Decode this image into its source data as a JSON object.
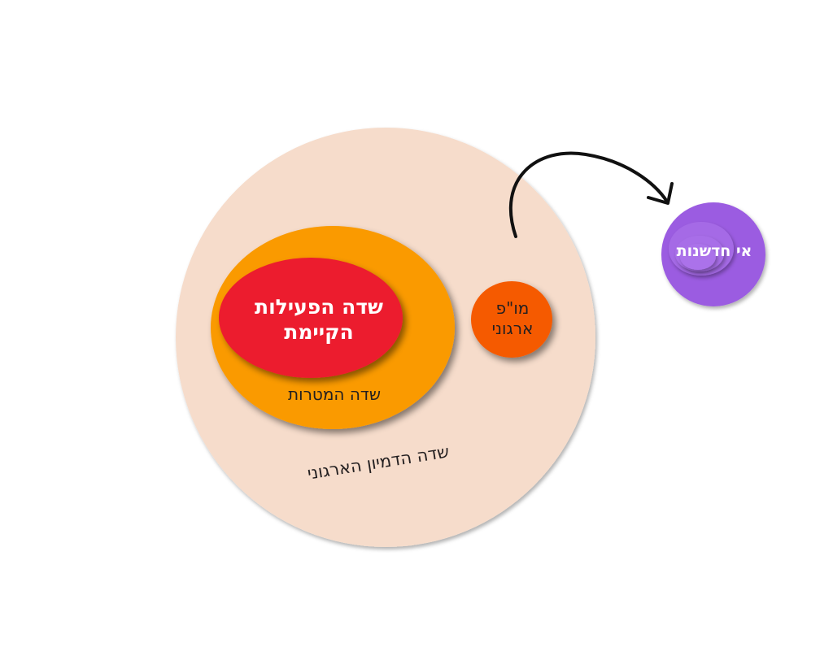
{
  "diagram": {
    "fields": {
      "current_activity": {
        "line1": "שדה הפעילות",
        "line2": "הקיימת"
      },
      "goals": "שדה המטרות",
      "organizational_imagination": "שדה הדמיון הארגוני"
    },
    "organizational_mop": {
      "line1": "מו\"פ",
      "line2": "ארגוני"
    },
    "innovation_islands": "אי חדשנות",
    "colors": {
      "imagination_field": "#f6dccb",
      "goals_field": "#fa9a00",
      "current_activity_field": "#ec1c2e",
      "mop_circle": "#f55a00",
      "innovation_circle": "#9b5ce1",
      "arrow": "#111111"
    }
  }
}
